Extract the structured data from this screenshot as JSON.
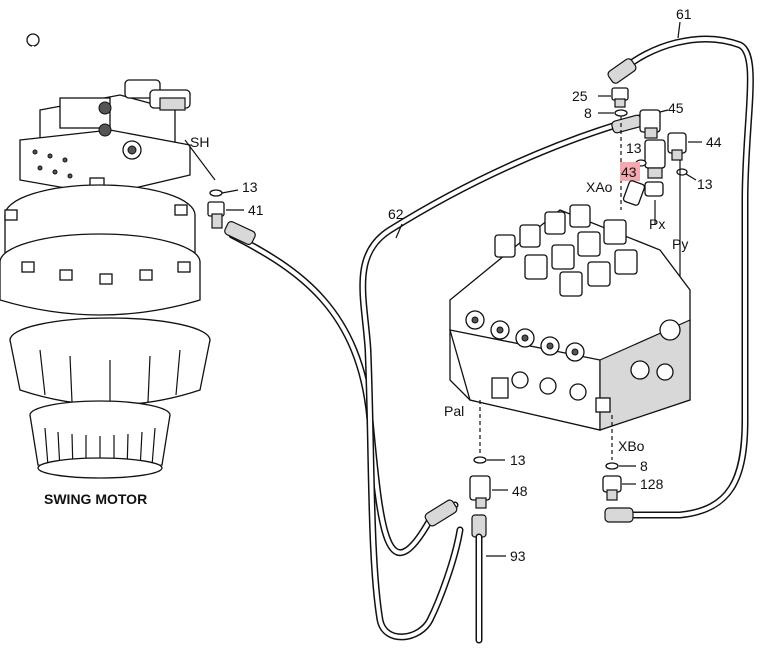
{
  "labels": {
    "swing_motor": "SWING MOTOR",
    "sh": "SH",
    "pal": "Pal",
    "px": "Px",
    "py": "Py",
    "xao": "XAo",
    "xbo": "XBo"
  },
  "callouts": {
    "c61": "61",
    "c25": "25",
    "c8_top": "8",
    "c45": "45",
    "c44": "44",
    "c13_upper": "13",
    "c43": "43",
    "c13_right": "13",
    "c13_motor": "13",
    "c41": "41",
    "c62": "62",
    "c13_lower": "13",
    "c48": "48",
    "c8_lower": "8",
    "c128": "128",
    "c93": "93"
  },
  "highlight_color": "#f4a9b0"
}
